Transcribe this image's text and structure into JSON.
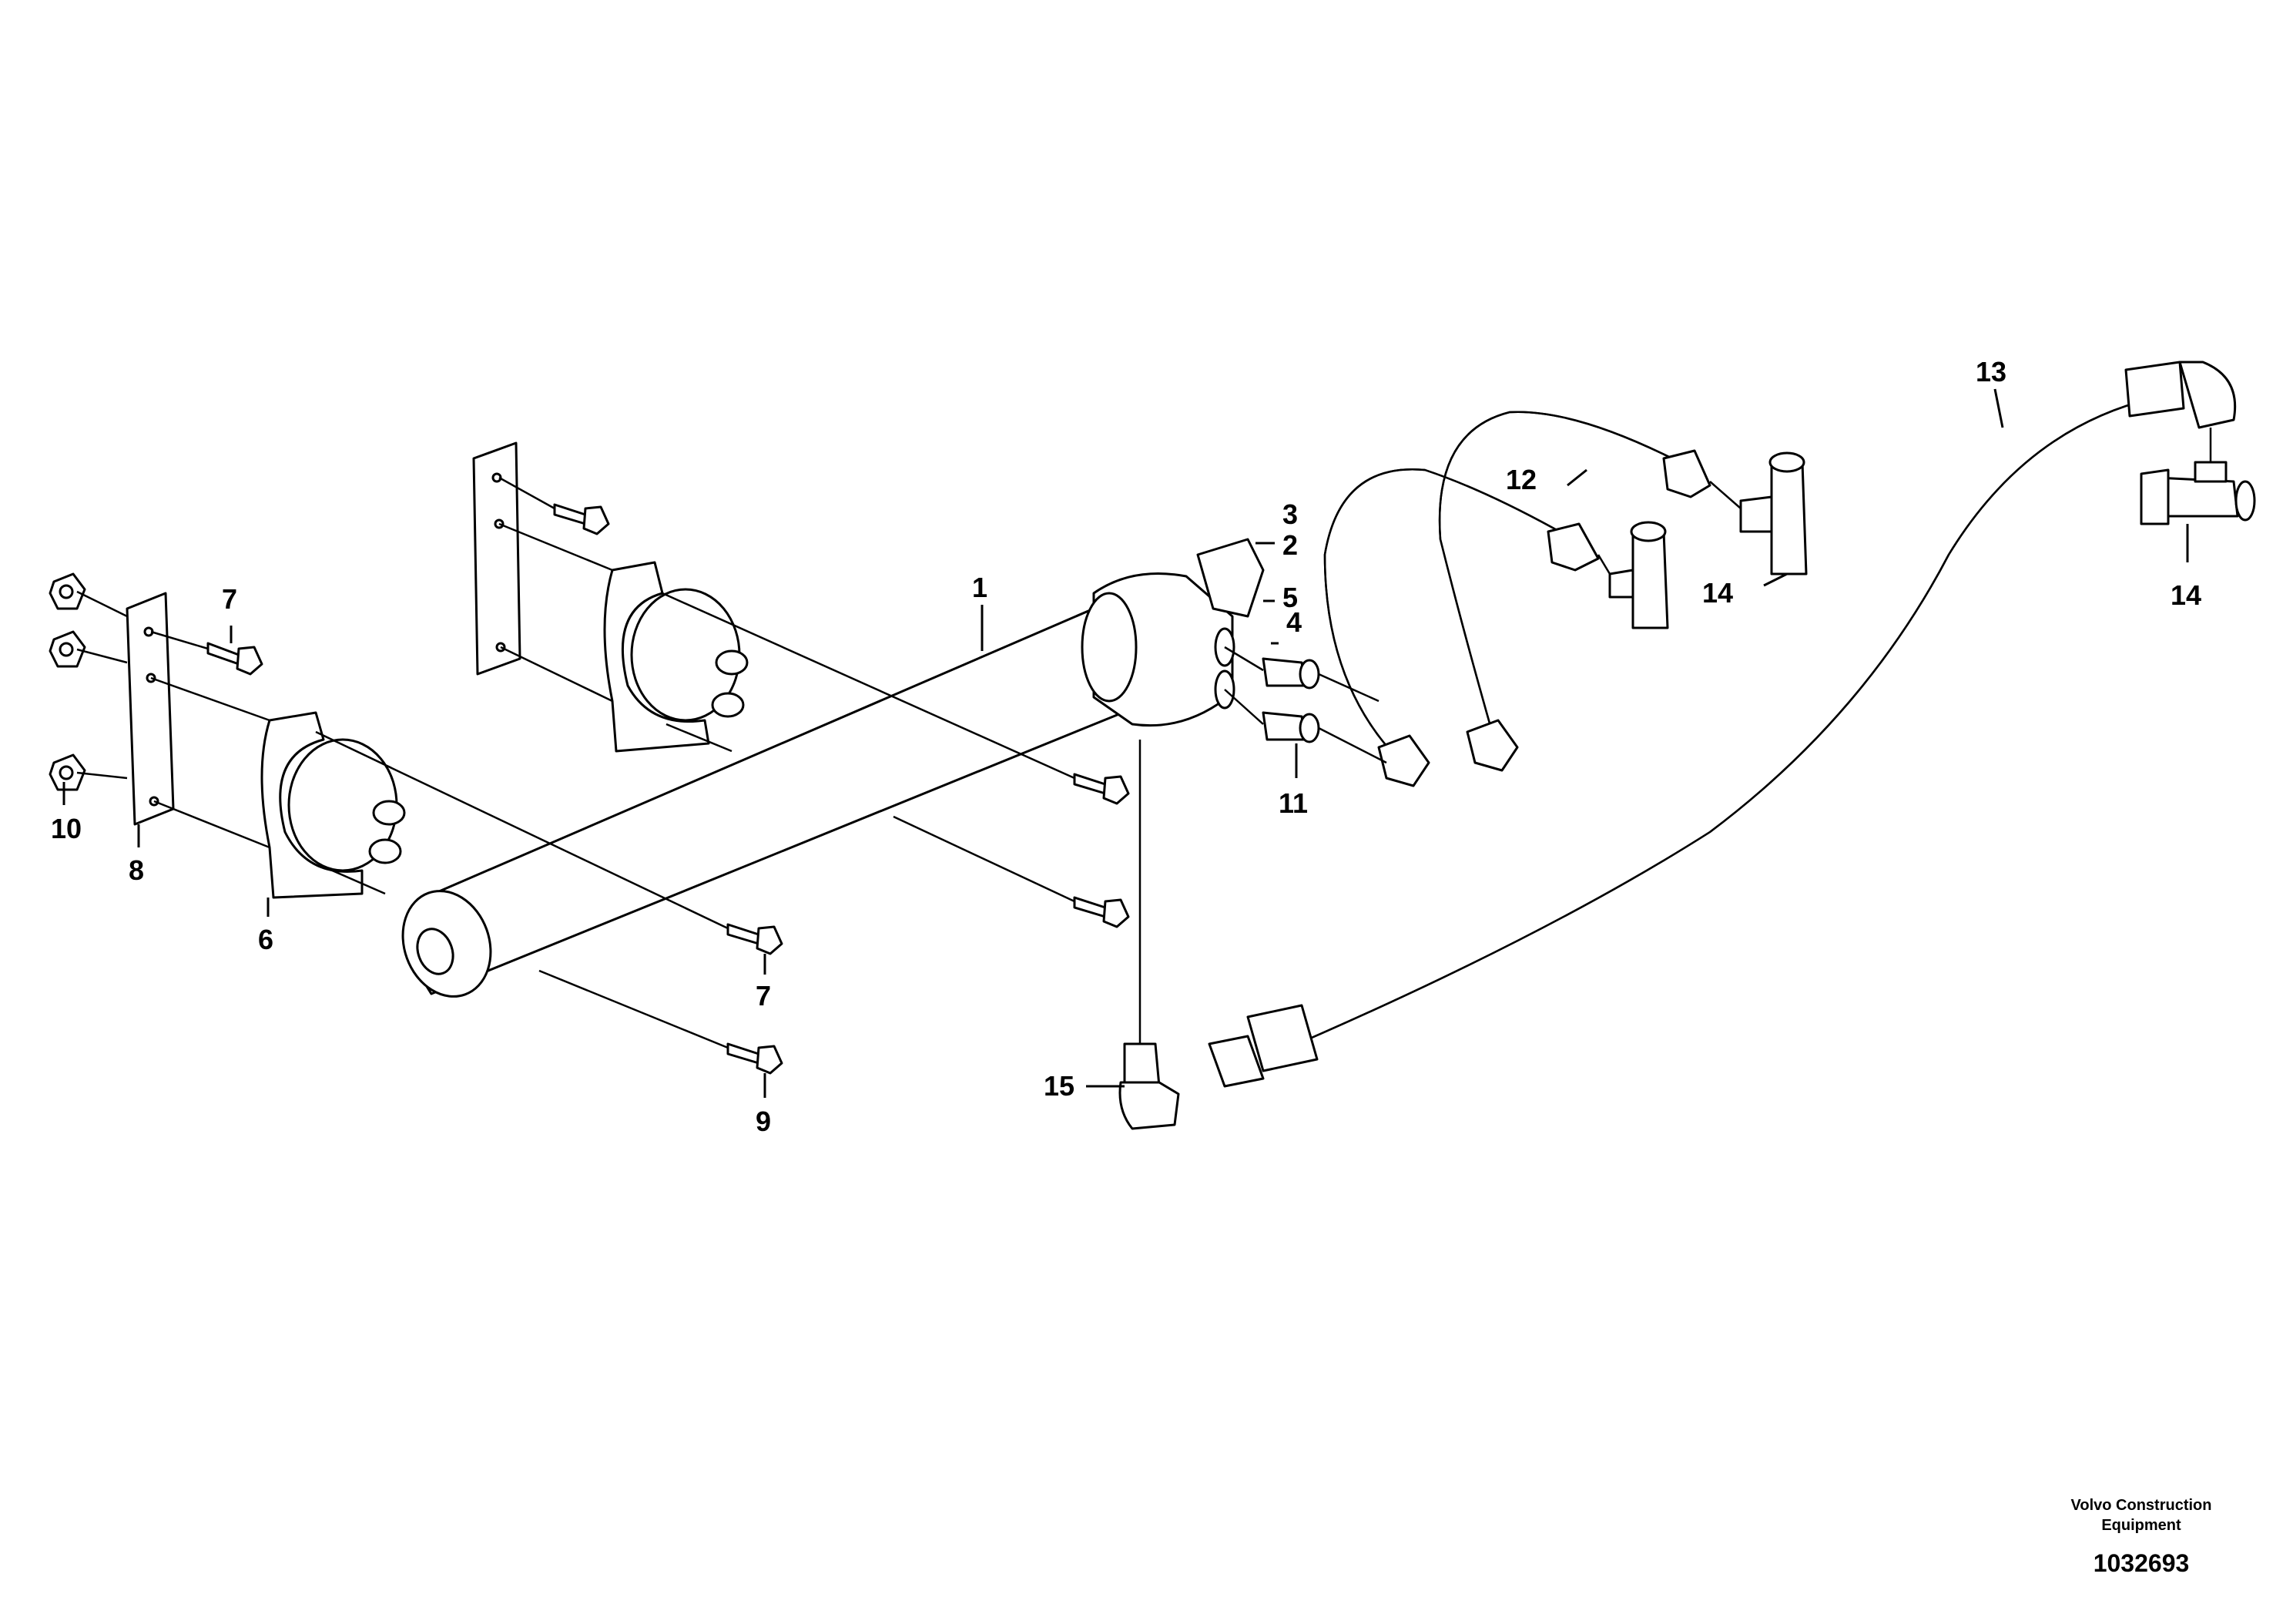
{
  "callouts": {
    "c1": "1",
    "c2": "2",
    "c3": "3",
    "c4": "4",
    "c5": "5",
    "c6": "6",
    "c7a": "7",
    "c7b": "7",
    "c8": "8",
    "c9": "9",
    "c10": "10",
    "c11": "11",
    "c12": "12",
    "c13": "13",
    "c14a": "14",
    "c14b": "14",
    "c15": "15"
  },
  "footer": {
    "brand_line1": "Volvo Construction",
    "brand_line2": "Equipment",
    "drawing_number": "1032693"
  },
  "colors": {
    "ink": "#000000",
    "paper": "#ffffff"
  }
}
